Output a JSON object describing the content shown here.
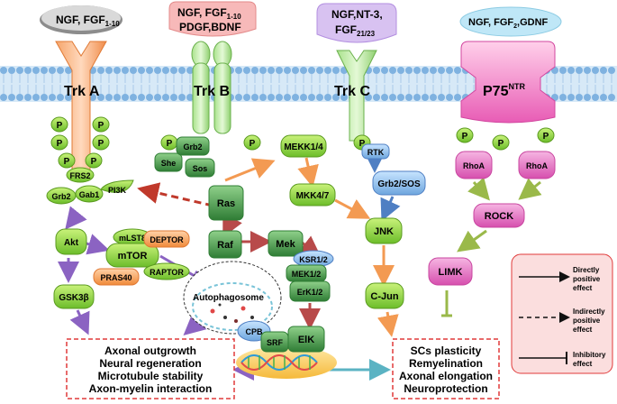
{
  "ligands": {
    "trka": [
      "NGF, FGF",
      "1-10"
    ],
    "trkb": [
      "NGF, FGF",
      "1-10",
      "PDGF,BDNF"
    ],
    "trkc": [
      "NGF,NT-3,",
      "FGF",
      "21/23"
    ],
    "p75": "NGF, FGF",
    "p75_sub": "2",
    "p75_tail": ",GDNF"
  },
  "receptors": {
    "trka": "Trk A",
    "trkb": "Trk B",
    "trkc": "Trk C",
    "p75": "P75",
    "p75_sup": "NTR"
  },
  "phospho": "P",
  "nodes": {
    "frs2": "FRS2",
    "grb2a": "Grb2",
    "gab1": "Gab1",
    "pi3k": "PI3K",
    "she": "She",
    "grb2b": "Grb2",
    "sos": "Sos",
    "ras": "Ras",
    "raf": "Raf",
    "mek": "Mek",
    "ksr": "KSR1/2",
    "mek12": "MEK1/2",
    "erk12": "ErK1/2",
    "mekk": "MEKK1/4",
    "mkk": "MKK4/7",
    "rtk": "RTK",
    "grb2sos": "Grb2/SOS",
    "jnk": "JNK",
    "cjun": "C-Jun",
    "rhoa1": "RhoA",
    "rhoa2": "RhoA",
    "rock": "ROCK",
    "limk": "LIMK",
    "akt": "Akt",
    "mlst8": "mLST8",
    "mtor": "mTOR",
    "deptor": "DEPTOR",
    "raptor": "RAPTOR",
    "pras40": "PRAS40",
    "gsk": "GSK3β",
    "autophagosome": "Autophagosome",
    "cpb": "CPB",
    "srf": "SRF",
    "elk": "ElK"
  },
  "outcome_left": [
    "Axonal outgrowth",
    "Neural regeneration",
    "Microtubule stability",
    "Axon-myelin interaction"
  ],
  "outcome_right": [
    "SCs plasticity",
    "Remyelination",
    "Axonal elongation",
    "Neuroprotection"
  ],
  "legend": [
    [
      "Directly",
      "positive",
      "effect"
    ],
    [
      "Indirectly",
      "positive",
      "effect"
    ],
    [
      "Inhibitory",
      "effect"
    ]
  ],
  "colors": {
    "membrane": "#9fc8ec",
    "green": "#7ed321",
    "dark_green": "#3e8e3a",
    "pink": "#e96fc0",
    "orange": "#f5a05a",
    "blue": "#5b8fd0",
    "purple": "#8b63c2",
    "red_dash": "#e03a3a",
    "legend_bg": "#fbdede"
  }
}
